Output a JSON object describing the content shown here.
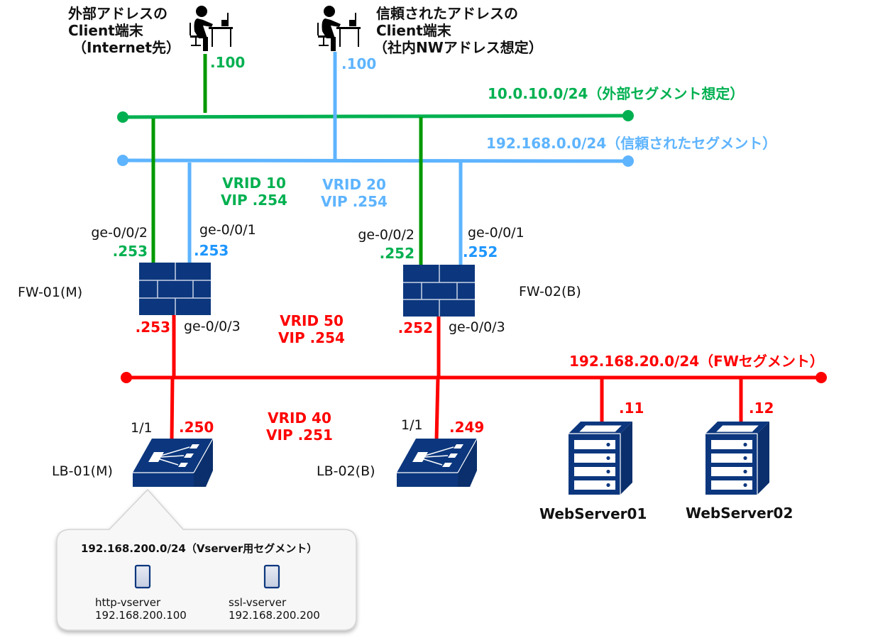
{
  "colors": {
    "external_segment": "#00b050",
    "external_drop": "#009900",
    "trusted_segment": "#5eb4ff",
    "fw_segment": "#ff0000",
    "device_fill": "#0c377e"
  },
  "clients": {
    "external": {
      "title_lines": [
        "外部アドレスの",
        "Client端末",
        "（Internet先）"
      ],
      "ip": ".100",
      "icon": "person-at-desk-icon"
    },
    "trusted": {
      "title_lines": [
        "信頼されたアドレスの",
        "Client端末",
        "（社内NWアドレス想定）"
      ],
      "ip": ".100",
      "icon": "person-at-desk-icon"
    }
  },
  "segments": {
    "external": {
      "label": "10.0.10.0/24（外部セグメント想定）"
    },
    "trusted": {
      "label": "192.168.0.0/24（信頼されたセグメント）"
    },
    "fw": {
      "label": "192.168.20.0/24（FWセグメント）"
    },
    "vserver": {
      "label": "192.168.200.0/24（Vserver用セグメント）"
    }
  },
  "vrrp": {
    "vrid10": {
      "line1": "VRID 10",
      "line2": "VIP .254"
    },
    "vrid20": {
      "line1": "VRID 20",
      "line2": "VIP .254"
    },
    "vrid50": {
      "line1": "VRID 50",
      "line2": "VIP .254"
    },
    "vrid40": {
      "line1": "VRID 40",
      "line2": "VIP .251"
    }
  },
  "firewalls": [
    {
      "name": "FW-01(M)",
      "icon": "firewall-icon",
      "ext_if": "ge-0/0/2",
      "ext_ip": ".253",
      "trust_if": "ge-0/0/1",
      "trust_ip": ".253",
      "down_if": "ge-0/0/3",
      "down_ip": ".253"
    },
    {
      "name": "FW-02(B)",
      "icon": "firewall-icon",
      "ext_if": "ge-0/0/2",
      "ext_ip": ".252",
      "trust_if": "ge-0/0/1",
      "trust_ip": ".252",
      "down_if": "ge-0/0/3",
      "down_ip": ".252"
    }
  ],
  "load_balancers": [
    {
      "name": "LB-01(M)",
      "port": "1/1",
      "ip": ".250",
      "icon": "load-balancer-icon"
    },
    {
      "name": "LB-02(B)",
      "port": "1/1",
      "ip": ".249",
      "icon": "load-balancer-icon"
    }
  ],
  "servers": [
    {
      "name": "WebServer01",
      "ip": ".11",
      "icon": "server-tower-icon"
    },
    {
      "name": "WebServer02",
      "ip": ".12",
      "icon": "server-tower-icon"
    }
  ],
  "vservers": [
    {
      "name": "http-vserver",
      "ip": "192.168.200.100"
    },
    {
      "name": "ssl-vserver",
      "ip": "192.168.200.200"
    }
  ]
}
